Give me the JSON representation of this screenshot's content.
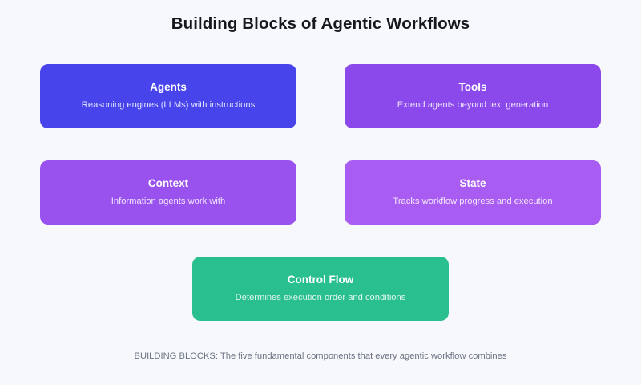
{
  "page": {
    "title": "Building Blocks of Agentic Workflows",
    "background_color": "#f7f8fb",
    "title_color": "#17171f"
  },
  "cards": [
    {
      "id": "agents",
      "title": "Agents",
      "subtitle": "Reasoning engines (LLMs) with instructions",
      "color": "#4744ec"
    },
    {
      "id": "tools",
      "title": "Tools",
      "subtitle": "Extend agents beyond text generation",
      "color": "#8b48ea"
    },
    {
      "id": "context",
      "title": "Context",
      "subtitle": "Information agents work with",
      "color": "#9a52ef"
    },
    {
      "id": "state",
      "title": "State",
      "subtitle": "Tracks workflow progress and execution",
      "color": "#a95cf2"
    },
    {
      "id": "control-flow",
      "title": "Control Flow",
      "subtitle": "Determines execution order and conditions",
      "color": "#29bf8f"
    }
  ],
  "footer": {
    "caption": "BUILDING BLOCKS: The five fundamental components that every agentic workflow combines",
    "color": "#6a7383"
  }
}
